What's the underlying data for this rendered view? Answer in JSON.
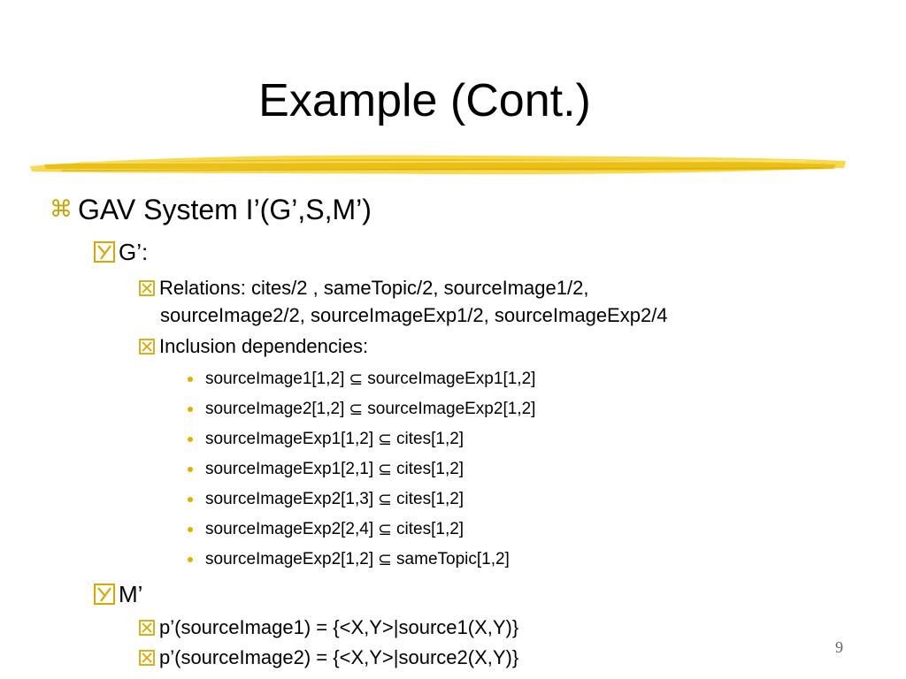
{
  "title": "Example (Cont.)",
  "bullets": {
    "system": "GAV System I’(G’,S,M’)",
    "g_label": "G’:",
    "relations_line1": "Relations: cites/2 , sameTopic/2, sourceImage1/2,",
    "relations_line2": "sourceImage2/2, sourceImageExp1/2, sourceImageExp2/4",
    "inclusion_label": "Inclusion dependencies:",
    "dependencies": [
      {
        "left": "sourceImage1[1,2]",
        "op": "⊆",
        "right": "sourceImageExp1[1,2]"
      },
      {
        "left": "sourceImage2[1,2]",
        "op": "⊆",
        "right": "sourceImageExp2[1,2]"
      },
      {
        "left": "sourceImageExp1[1,2]",
        "op": "⊆",
        "right": "cites[1,2]"
      },
      {
        "left": "sourceImageExp1[2,1]",
        "op": "⊆",
        "right": "cites[1,2]"
      },
      {
        "left": "sourceImageExp2[1,3]",
        "op": "⊆",
        "right": "cites[1,2]"
      },
      {
        "left": "sourceImageExp2[2,4]",
        "op": "⊆",
        "right": "cites[1,2]"
      },
      {
        "left": "sourceImageExp2[1,2]",
        "op": "⊆",
        "right": "sameTopic[1,2]"
      }
    ],
    "m_label": "M’",
    "mapping1": "p’(sourceImage1) = {<X,Y>|source1(X,Y)}",
    "mapping2": "p’(sourceImage2) = {<X,Y>|source2(X,Y)}"
  },
  "icons": {
    "level1": "command-key-icon",
    "level2": "checkbox-y-icon",
    "level3": "checkbox-x-icon",
    "level4": "bullet-dot-icon"
  },
  "colors": {
    "accent": "#e8b900",
    "brush": "#f2cf2a",
    "text": "#000000"
  },
  "page_number": "9"
}
